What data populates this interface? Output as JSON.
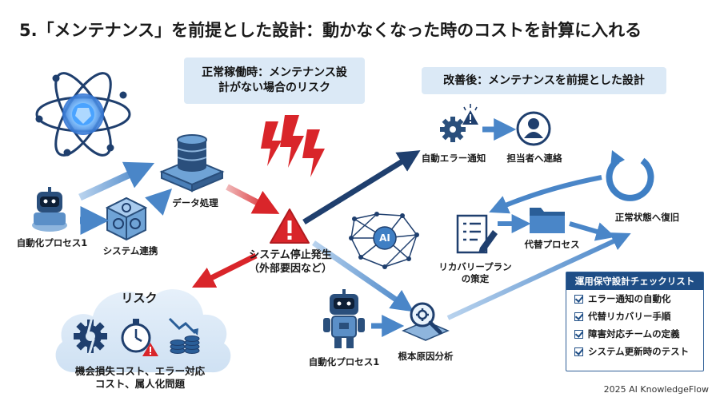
{
  "title": "5.「メンテナンス」を前提とした設計：動かなくなった時のコストを計算に入れる",
  "left_header": {
    "line1": "正常稼働時：メンテナンス設",
    "line2": "計がない場合のリスク"
  },
  "right_header": "改善後：メンテナンスを前提とした設計",
  "nodes": {
    "auto_process_left": "自動化プロセス1",
    "system_link": "システム連携",
    "data_processing": "データ処理",
    "system_stop_line1": "システム停止発生",
    "system_stop_line2": "（外部要因など）",
    "auto_error": "自動エラー通知",
    "contact_person": "担当者へ連絡",
    "recovery_plan_line1": "リカバリープラン",
    "recovery_plan_line2": "の策定",
    "alt_process": "代替プロセス",
    "restore": "正常状態へ復旧",
    "auto_process_bottom": "自動化プロセス1",
    "root_cause": "根本原因分析",
    "ai_badge": "AI"
  },
  "risk": {
    "title": "リスク",
    "caption_line1": "機会損失コスト、エラー対応",
    "caption_line2": "コスト、属人化問題"
  },
  "checklist": {
    "title": "運用保守設計チェックリスト",
    "items": [
      "エラー通知の自動化",
      "代替リカバリー手順",
      "障害対応チームの定義",
      "システム更新時のテスト"
    ]
  },
  "credit": "2025 AI KnowledgeFlow",
  "colors": {
    "dark_blue": "#1f4e86",
    "mid_blue": "#2f6db5",
    "light_blue": "#5b9bd5",
    "pale_blue": "#dbe9f6",
    "red": "#d9252a"
  }
}
